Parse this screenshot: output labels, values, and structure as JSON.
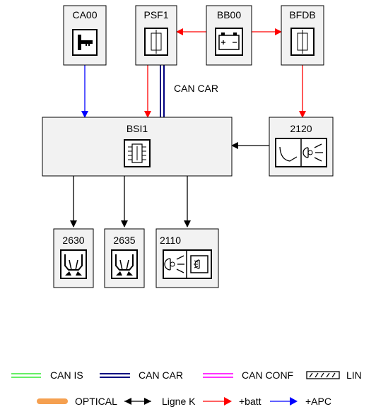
{
  "components": {
    "ca00": "CA00",
    "psf1": "PSF1",
    "bb00": "BB00",
    "bfdb": "BFDB",
    "bsi1": "BSI1",
    "c2120": "2120",
    "c2630": "2630",
    "c2635": "2635",
    "c2110": "2110"
  },
  "bus_label": "CAN CAR",
  "legend": {
    "can_is": "CAN IS",
    "can_car": "CAN CAR",
    "can_conf": "CAN CONF",
    "lin": "LIN",
    "optical": "OPTICAL",
    "ligne_k": "Ligne K",
    "batt": "+batt",
    "apc": "+APC"
  },
  "colors": {
    "can_is": "#66ee66",
    "can_car": "#000080",
    "can_conf": "#ff33ff",
    "optical": "#f5a050",
    "batt": "#ff0000",
    "apc": "#0000ff",
    "box_fill": "#f2f2f2"
  },
  "icons": {
    "ca00": "ignition-key-icon",
    "psf1": "fuse-icon",
    "bb00": "battery-icon",
    "bfdb": "fuse-icon",
    "bsi1": "ecu-chip-icon",
    "c2120": "headlamp-switch-icon",
    "c2630": "wiper-icon",
    "c2635": "wiper-icon",
    "c2110": "headlamp-indicator-icon"
  }
}
